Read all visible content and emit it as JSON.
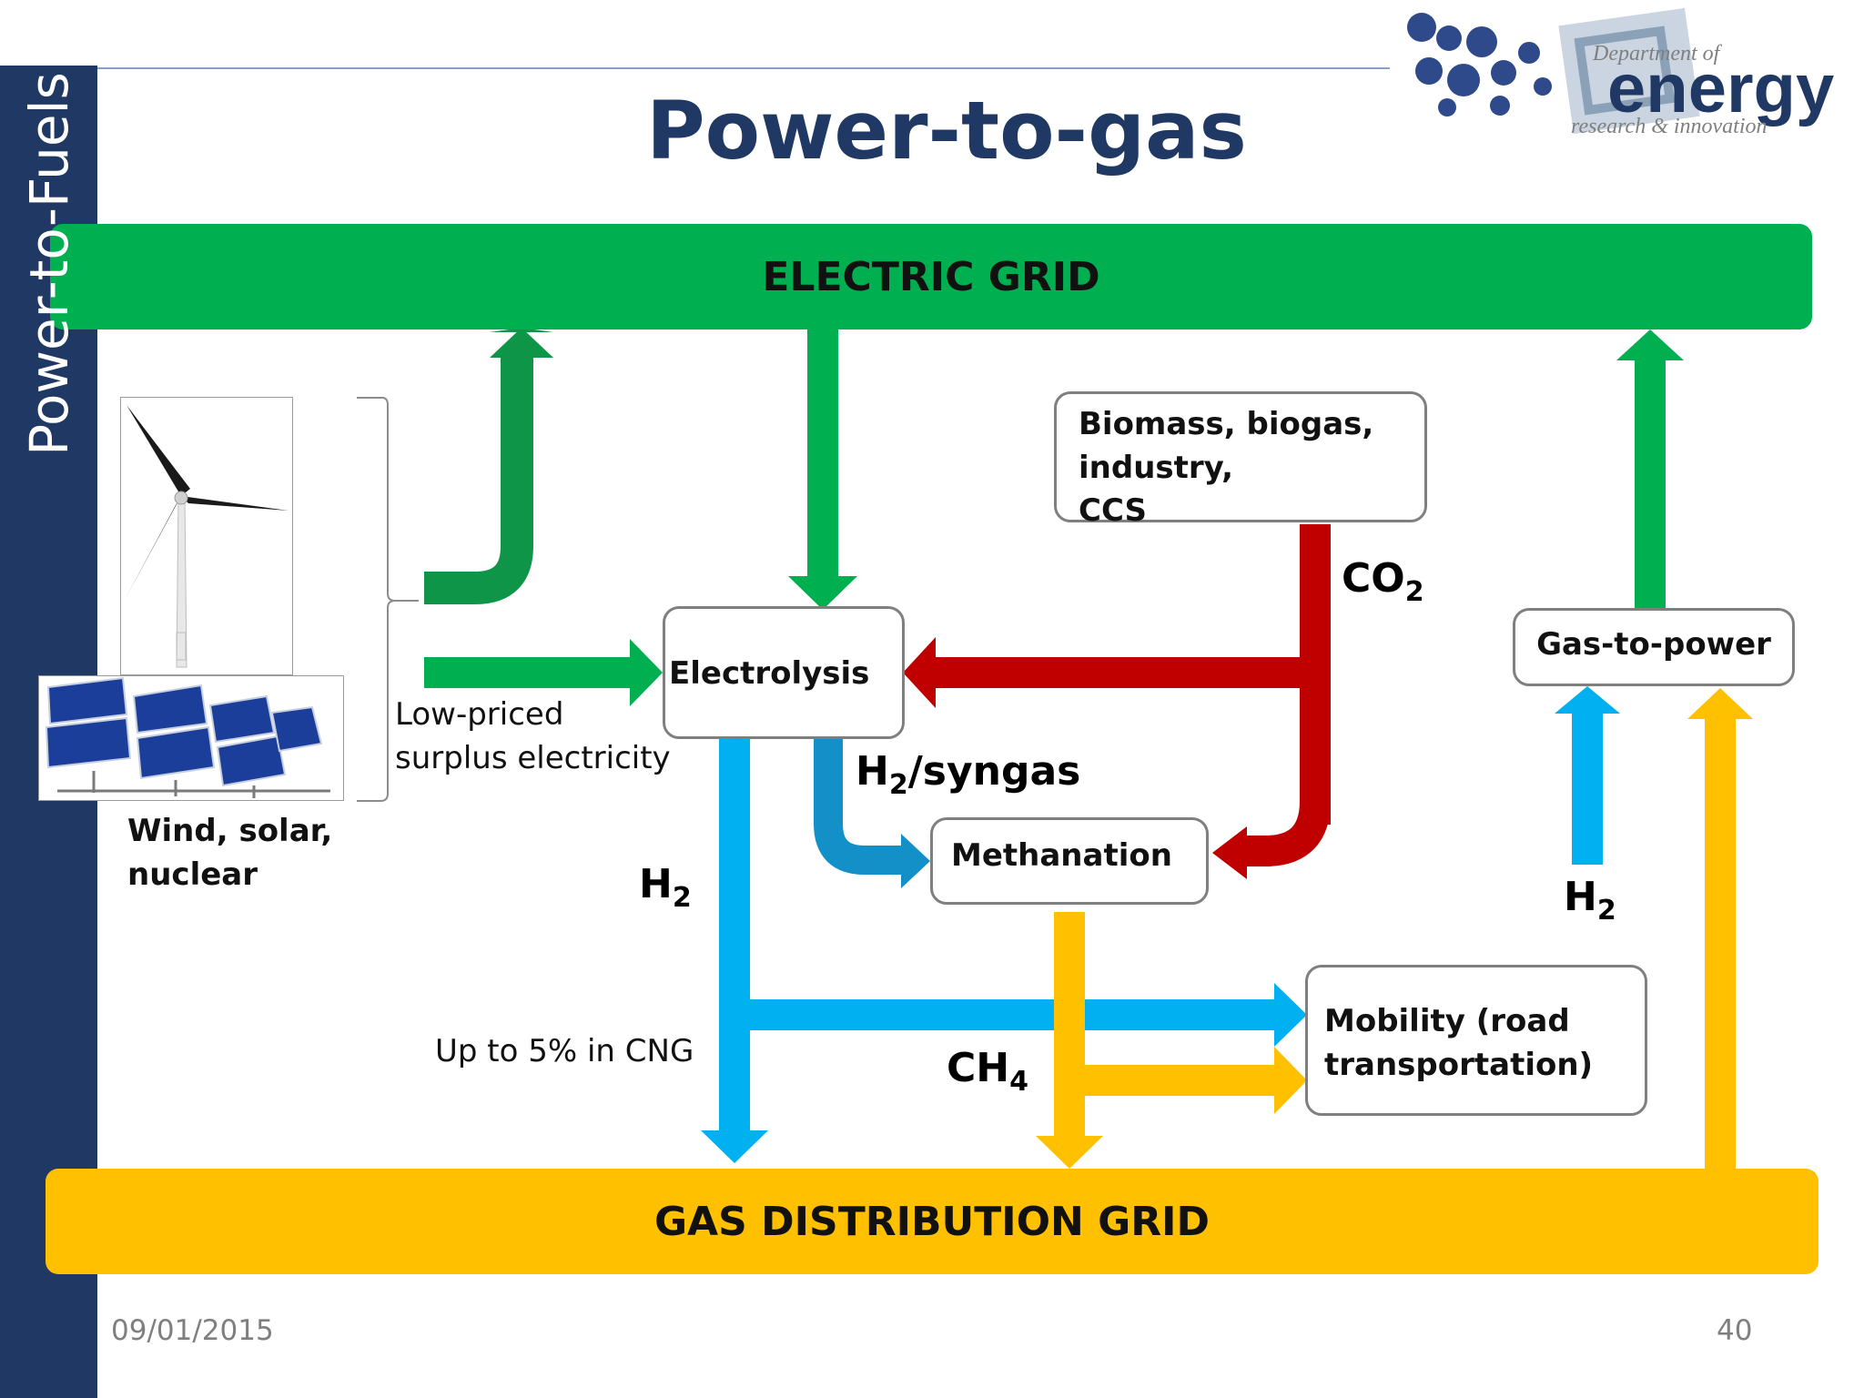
{
  "sidebar": {
    "label": "Power-to-Fuels"
  },
  "title": "Power-to-gas",
  "logo": {
    "line1": "Department of",
    "line2": "energy",
    "line3": "research & innovation"
  },
  "electric_grid": {
    "label": "ELECTRIC GRID"
  },
  "gas_grid": {
    "label": "GAS DISTRIBUTION GRID"
  },
  "sources": {
    "label_line1": "Wind, solar,",
    "label_line2": "nuclear",
    "surplus_line1": "Low-priced",
    "surplus_line2": "surplus electricity"
  },
  "nodes": {
    "biomass_line1": "Biomass, biogas, industry,",
    "biomass_line2": "CCS",
    "electrolysis": "Electrolysis",
    "methanation": "Methanation",
    "gas_to_power": "Gas-to-power",
    "mobility_line1": "Mobility (road",
    "mobility_line2": "transportation)"
  },
  "flows": {
    "co2": {
      "base": "CO",
      "sub": "2"
    },
    "h2_syngas": {
      "base": "H",
      "sub": "2",
      "suffix": "/syngas"
    },
    "h2_left": {
      "base": "H",
      "sub": "2"
    },
    "h2_right": {
      "base": "H",
      "sub": "2"
    },
    "ch4": {
      "base": "CH",
      "sub": "4"
    },
    "cng_note": "Up to 5% in CNG"
  },
  "colors": {
    "sidebar": "#1f3864",
    "title": "#1f3864",
    "electric": "#00b050",
    "electric_dark": "#0f9548",
    "gas": "#ffc000",
    "co2": "#c00000",
    "hydrogen": "#00b0f0",
    "syngas": "#1490c8"
  },
  "footer": {
    "date": "09/01/2015",
    "page": "40"
  }
}
